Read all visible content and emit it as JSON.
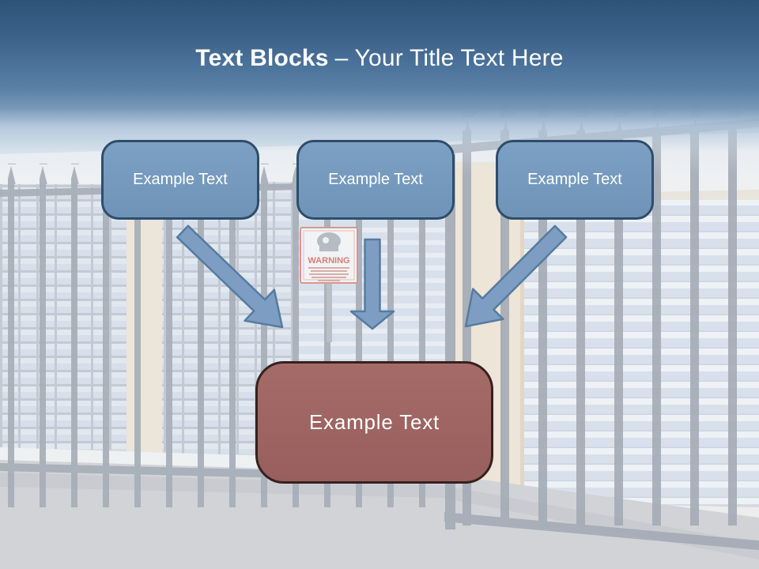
{
  "title": {
    "bold": "Text Blocks",
    "dash": "–",
    "rest": "Your Title Text Here"
  },
  "blocks": [
    {
      "label": "Example Text"
    },
    {
      "label": "Example Text"
    },
    {
      "label": "Example Text"
    }
  ],
  "result": {
    "label": "Example Text"
  },
  "background": {
    "warning_sign_text": "WARNING"
  },
  "colors": {
    "header_top": "#2f5378",
    "header_bottom": "#587fa5",
    "title_text": "#ffffff",
    "block_fill": "#7497ba",
    "block_border": "#2e4d6b",
    "arrow_fill": "#7d9ec2",
    "arrow_border": "#567b9f",
    "result_fill": "#9d6260",
    "result_border": "#36211e",
    "warning_red": "#c4473a"
  }
}
